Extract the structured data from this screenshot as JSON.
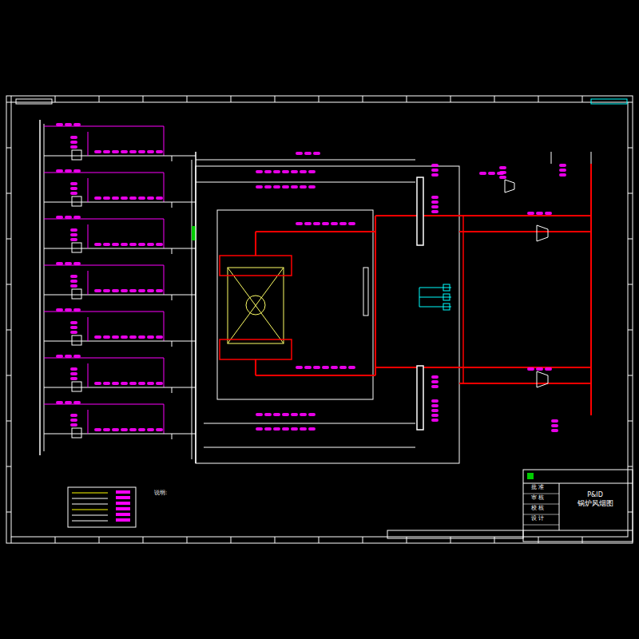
{
  "diagram": {
    "title": "锅炉风烟图",
    "nodes": [
      {
        "text": [
          "P&ID",
          "锅炉风烟图"
        ]
      }
    ],
    "labels": [
      "说明:",
      "批 准",
      "审 核",
      "校 核",
      "设 计"
    ]
  }
}
